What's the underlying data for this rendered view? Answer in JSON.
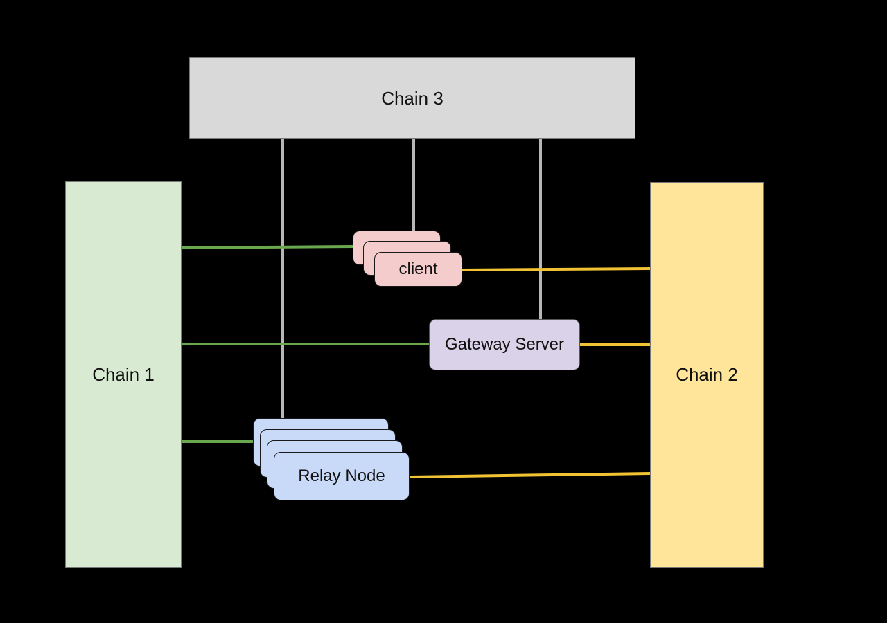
{
  "diagram": {
    "chains": [
      {
        "id": "chain3",
        "label": "Chain 3",
        "color": "#d9d9d9"
      },
      {
        "id": "chain1",
        "label": "Chain 1",
        "color": "#d9ead3"
      },
      {
        "id": "chain2",
        "label": "Chain 2",
        "color": "#ffe599"
      }
    ],
    "components": [
      {
        "id": "client",
        "label": "client",
        "stacked": 3,
        "color": "#f4cccc"
      },
      {
        "id": "gateway",
        "label": "Gateway Server",
        "stacked": 1,
        "color": "#d9d2e9"
      },
      {
        "id": "relay",
        "label": "Relay Node",
        "stacked": 4,
        "color": "#c9daf8"
      }
    ],
    "connections": [
      {
        "from": "Chain 1",
        "to": "client",
        "color": "#6aa84f"
      },
      {
        "from": "client",
        "to": "Chain 2",
        "color": "#f1c232"
      },
      {
        "from": "Chain 3",
        "to": "client",
        "color": "#b7b7b7"
      },
      {
        "from": "Chain 1",
        "to": "Gateway Server",
        "color": "#6aa84f"
      },
      {
        "from": "Gateway Server",
        "to": "Chain 2",
        "color": "#f1c232"
      },
      {
        "from": "Chain 3",
        "to": "Gateway Server",
        "color": "#b7b7b7"
      },
      {
        "from": "Chain 1",
        "to": "Relay Node",
        "color": "#6aa84f"
      },
      {
        "from": "Relay Node",
        "to": "Chain 2",
        "color": "#f1c232"
      },
      {
        "from": "Chain 3",
        "to": "Relay Node",
        "color": "#b7b7b7"
      }
    ]
  }
}
